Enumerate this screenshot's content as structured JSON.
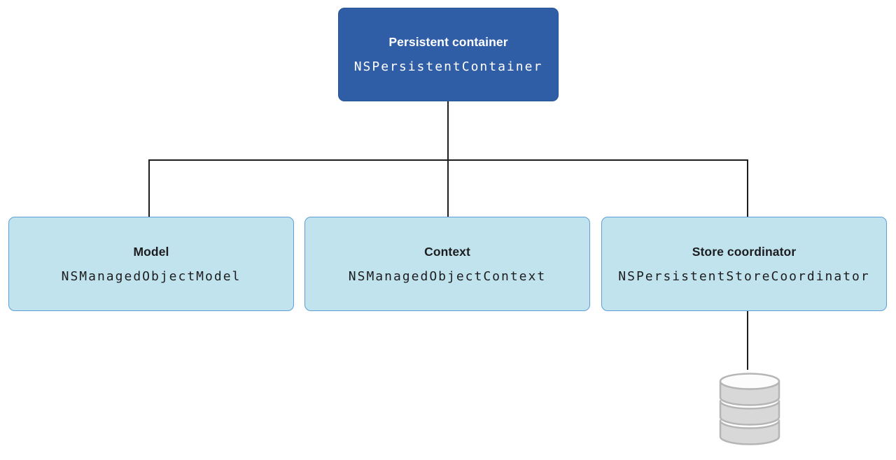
{
  "diagram": {
    "root": {
      "title": "Persistent container",
      "code": "NSPersistentContainer"
    },
    "children": [
      {
        "title": "Model",
        "code": "NSManagedObjectModel"
      },
      {
        "title": "Context",
        "code": "NSManagedObjectContext"
      },
      {
        "title": "Store coordinator",
        "code": "NSPersistentStoreCoordinator"
      }
    ],
    "icons": {
      "database": "database-cylinder"
    },
    "colors": {
      "root_fill": "#305ea6",
      "root_border": "#2a5499",
      "root_text": "#ffffff",
      "child_fill": "#c0e3ed",
      "child_border": "#5d9fd6",
      "child_text": "#1d1d1f",
      "connector": "#1d1d1f",
      "database_fill": "#d8d8d8",
      "database_stroke": "#b5b5b5",
      "background": "#ffffff"
    }
  }
}
